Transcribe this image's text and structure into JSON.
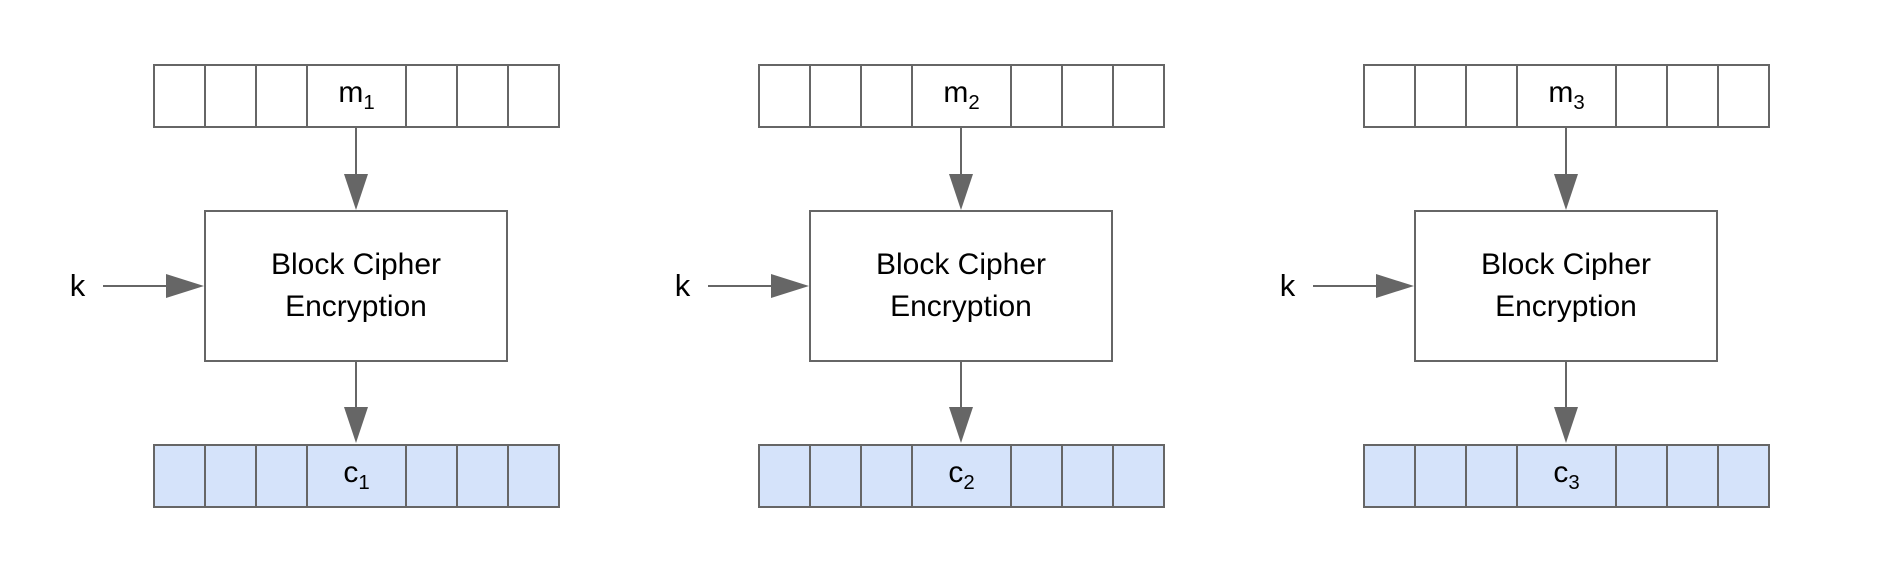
{
  "colors": {
    "stroke": "#666666",
    "plain_fill": "#ffffff",
    "cipher_fill": "#d5e3fa",
    "text": "#000000",
    "bg": "#ffffff"
  },
  "icons": {
    "arrow_down": "css-triangle-down",
    "arrow_right": "css-triangle-right"
  },
  "columns": [
    {
      "message": {
        "base": "m",
        "sub": "1"
      },
      "key_label": "k",
      "box_label": "Block Cipher\nEncryption",
      "cipher": {
        "base": "c",
        "sub": "1"
      }
    },
    {
      "message": {
        "base": "m",
        "sub": "2"
      },
      "key_label": "k",
      "box_label": "Block Cipher\nEncryption",
      "cipher": {
        "base": "c",
        "sub": "2"
      }
    },
    {
      "message": {
        "base": "m",
        "sub": "3"
      },
      "key_label": "k",
      "box_label": "Block Cipher\nEncryption",
      "cipher": {
        "base": "c",
        "sub": "3"
      }
    }
  ]
}
